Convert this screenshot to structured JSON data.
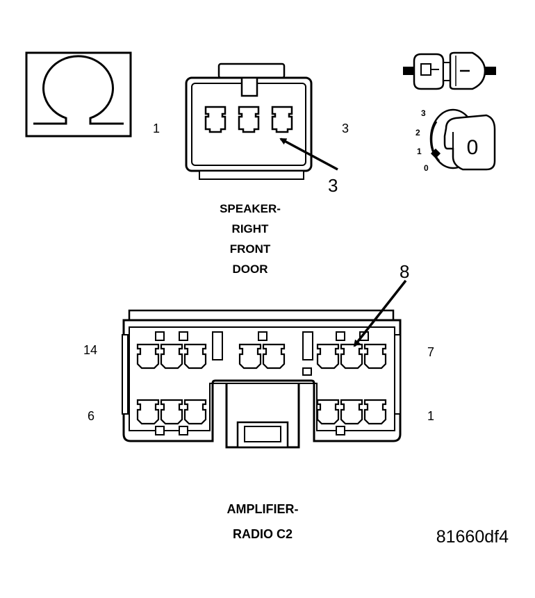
{
  "speaker_connector": {
    "pin_left": "1",
    "pin_right": "3",
    "callout": "3",
    "label_lines": [
      "SPEAKER-",
      "RIGHT",
      "FRONT",
      "DOOR"
    ]
  },
  "amplifier_connector": {
    "pin_top_left": "14",
    "pin_top_right": "7",
    "pin_bottom_left": "6",
    "pin_bottom_right": "1",
    "callout": "8",
    "label_lines": [
      "AMPLIFIER-",
      "RADIO C2"
    ]
  },
  "ignition_switch": {
    "positions": [
      "3",
      "2",
      "1",
      "0"
    ],
    "key_position": "0"
  },
  "figure_id": "81660df4"
}
